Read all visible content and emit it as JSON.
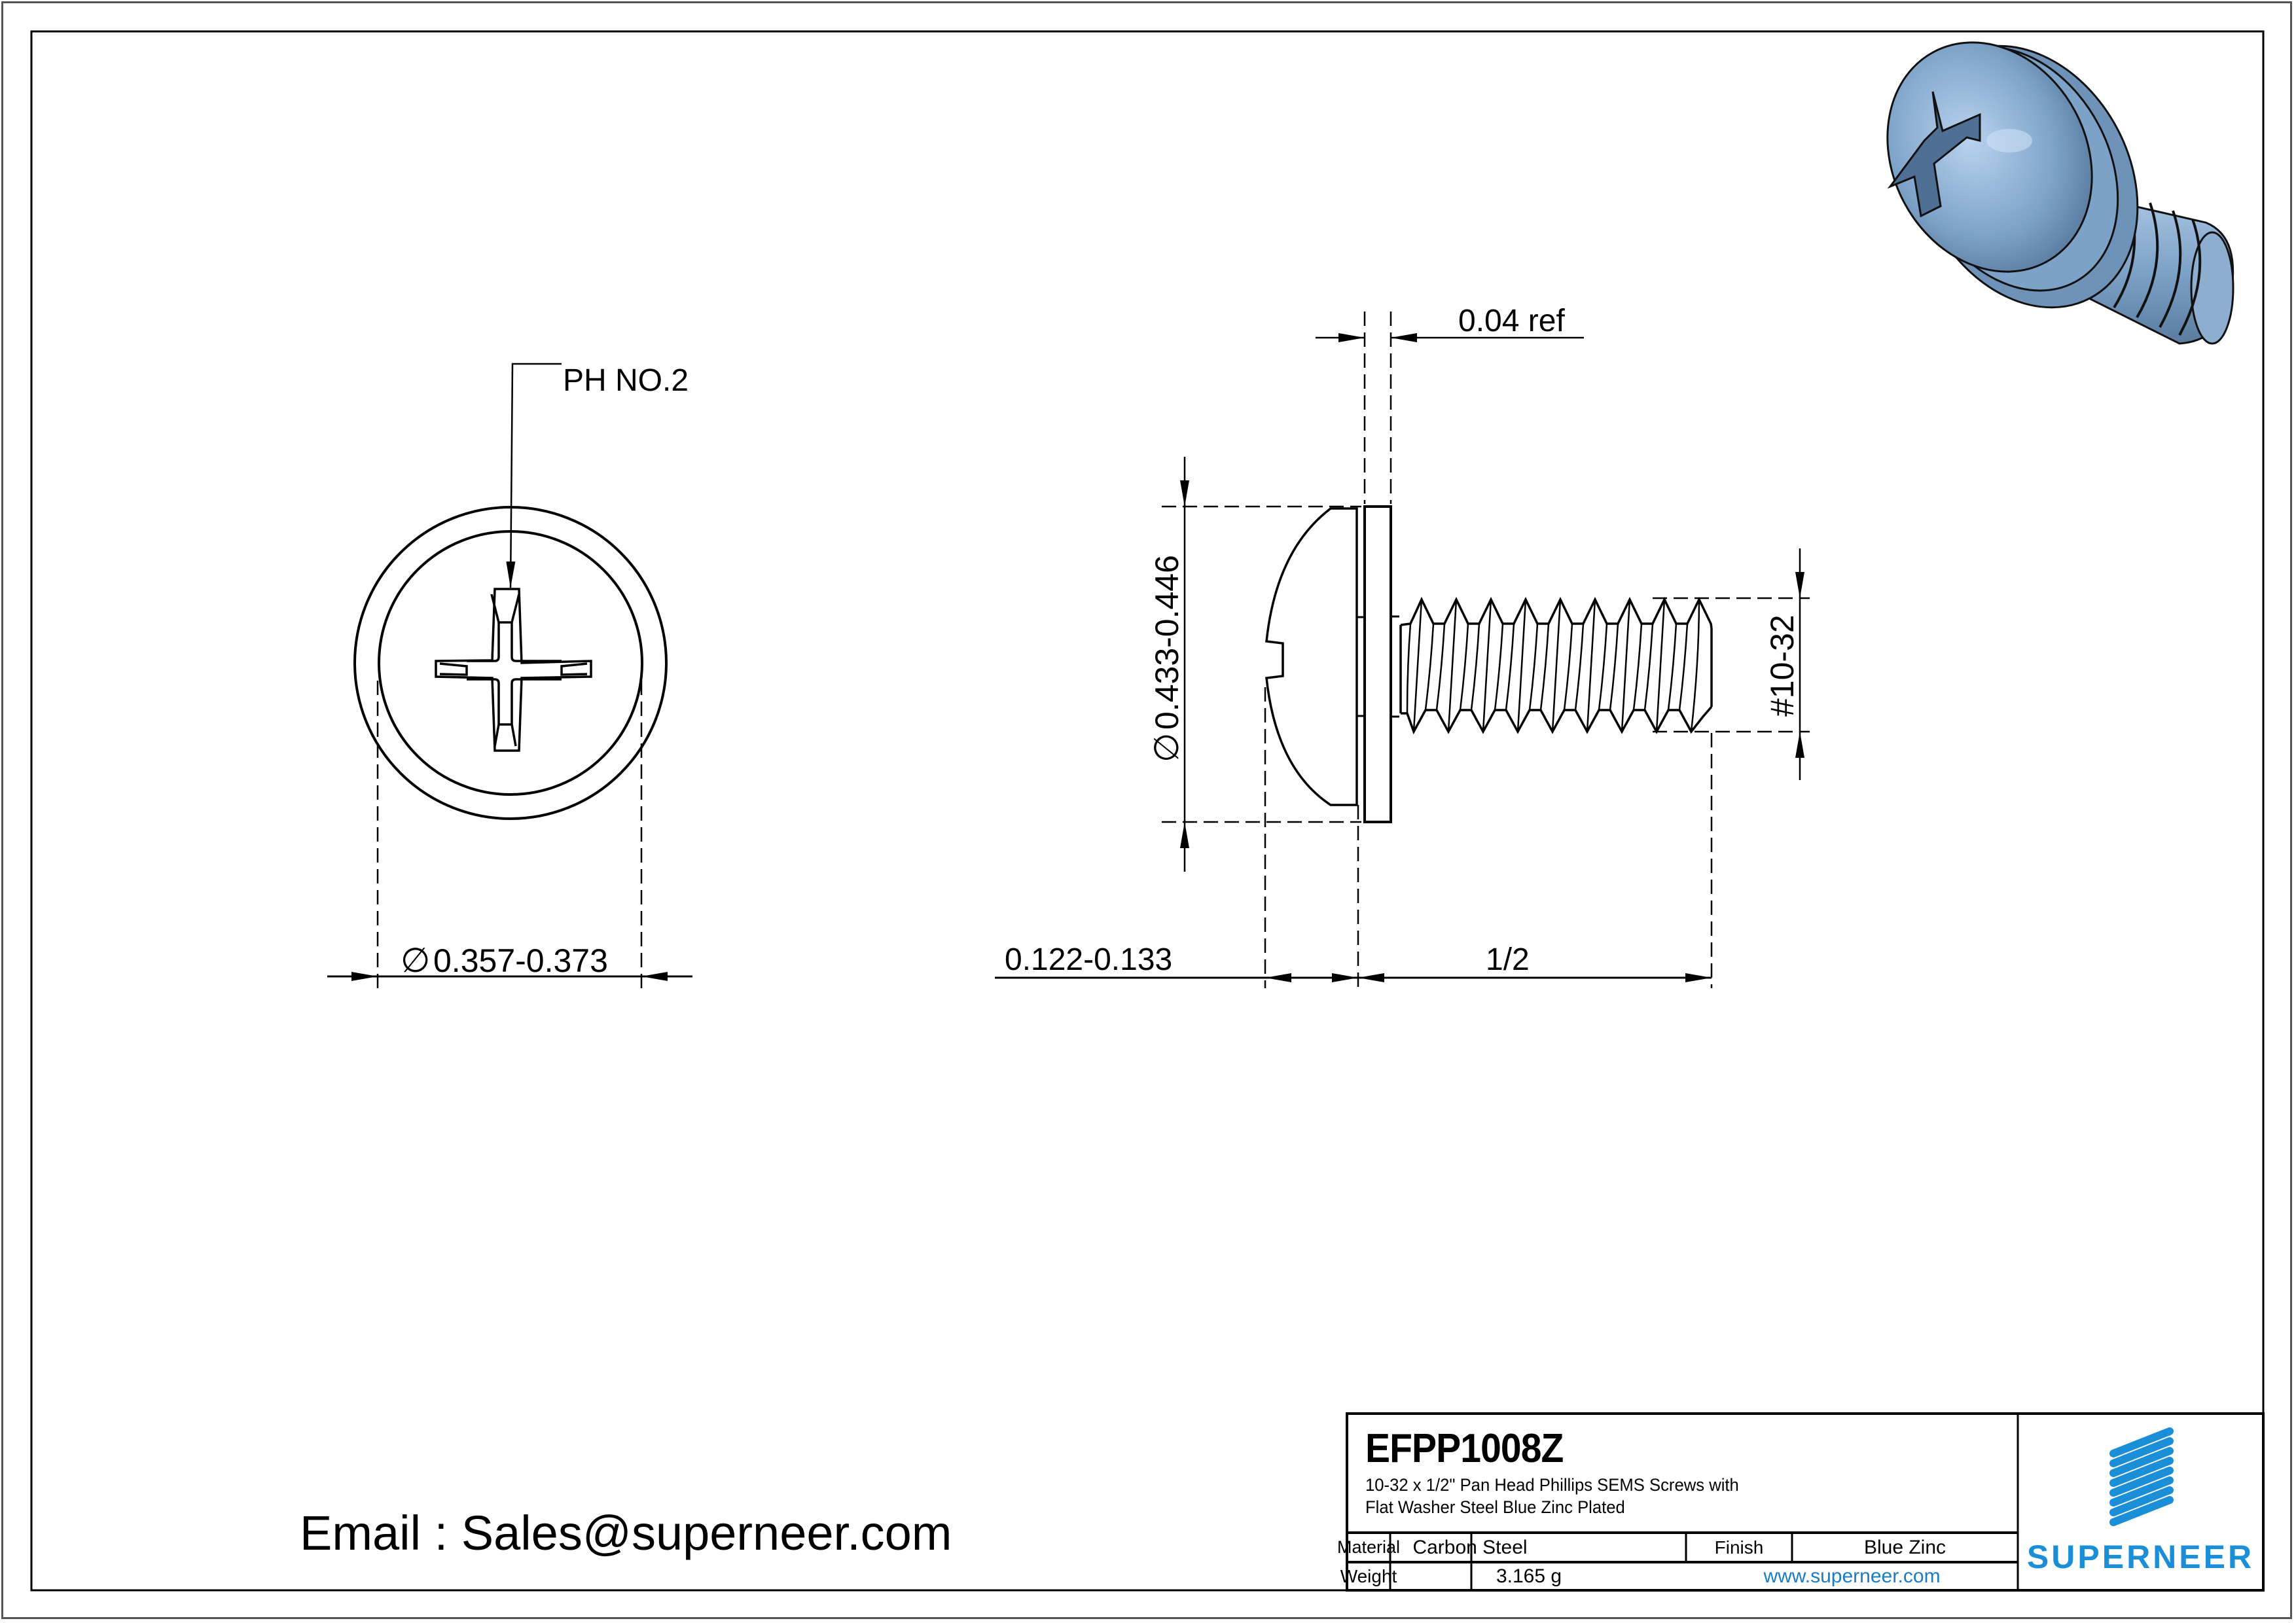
{
  "drawing": {
    "front_view": {
      "recess_callout": "PH NO.2",
      "dia_symbol": "∅",
      "recess_diameter": "0.357-0.373"
    },
    "side_view": {
      "washer_thickness": "0.04 ref",
      "washer_dia_symbol": "∅",
      "washer_diameter": "0.433-0.446",
      "thread_size": "#10-32",
      "head_height": "0.122-0.133",
      "length": "1/2"
    },
    "iso_view": {
      "description": "3D render of blue zinc plated pan head Phillips SEMS screw with flat washer",
      "color": "#7ea3c8"
    }
  },
  "contact": {
    "email_line": "Email : Sales@superneer.com"
  },
  "title_block": {
    "part_number": "EFPP1008Z",
    "description_line1": "10-32 x 1/2\" Pan Head Phillips SEMS Screws with",
    "description_line2": "Flat Washer Steel Blue Zinc Plated",
    "rows": [
      {
        "label": "Material",
        "value": "Carbon Steel",
        "label2": "Finish",
        "value2": "Blue Zinc"
      },
      {
        "label": "Weight",
        "value": "3.165 g",
        "link": "www.superneer.com"
      }
    ],
    "logo_text": "SUPERNEER",
    "brand_color": "#1a8fd8",
    "link_color": "#1a7cc4"
  }
}
